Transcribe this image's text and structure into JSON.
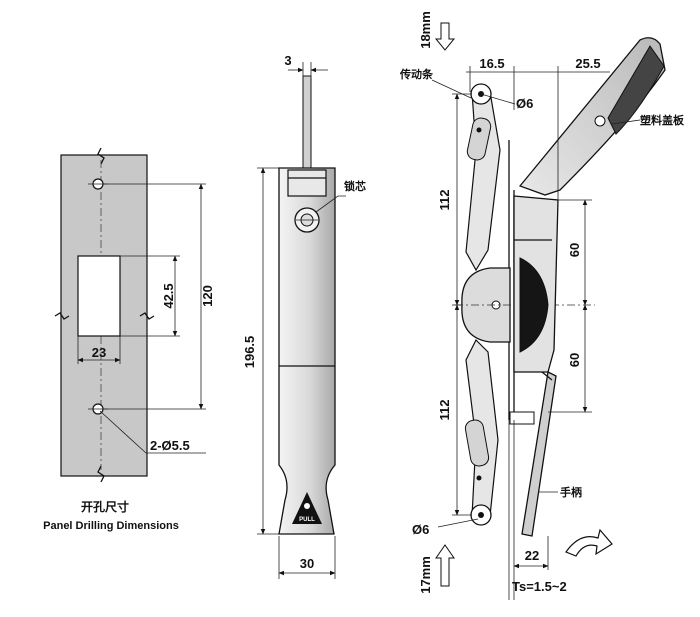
{
  "panel": {
    "caption_cn": "开孔尺寸",
    "caption_en": "Panel Drilling Dimensions",
    "dims": {
      "height": "120",
      "slot_height": "42.5",
      "slot_width": "23",
      "holes": "2-Ø5.5"
    }
  },
  "front": {
    "dims": {
      "rod_width": "3",
      "length": "196.5",
      "width": "30"
    },
    "label_lock_core": "锁芯",
    "pull_text": "PULL"
  },
  "side": {
    "dims": {
      "top_travel": "18mm",
      "bottom_travel": "17mm",
      "offset_left": "16.5",
      "offset_right": "25.5",
      "hole_top": "Ø6",
      "hole_bottom": "Ø6",
      "upper_length": "112",
      "lower_length": "112",
      "upper_half": "60",
      "lower_half": "60",
      "handle_depth": "22",
      "ts": "Ts=1.5~2"
    },
    "labels": {
      "drive_bar": "传动条",
      "plastic_cover": "塑料盖板",
      "handle": "手柄"
    }
  },
  "colors": {
    "panel_fill": "#c8c8c8",
    "steel_light": "#e4e4e4",
    "steel_dark": "#9a9a9a",
    "black": "#111111"
  }
}
